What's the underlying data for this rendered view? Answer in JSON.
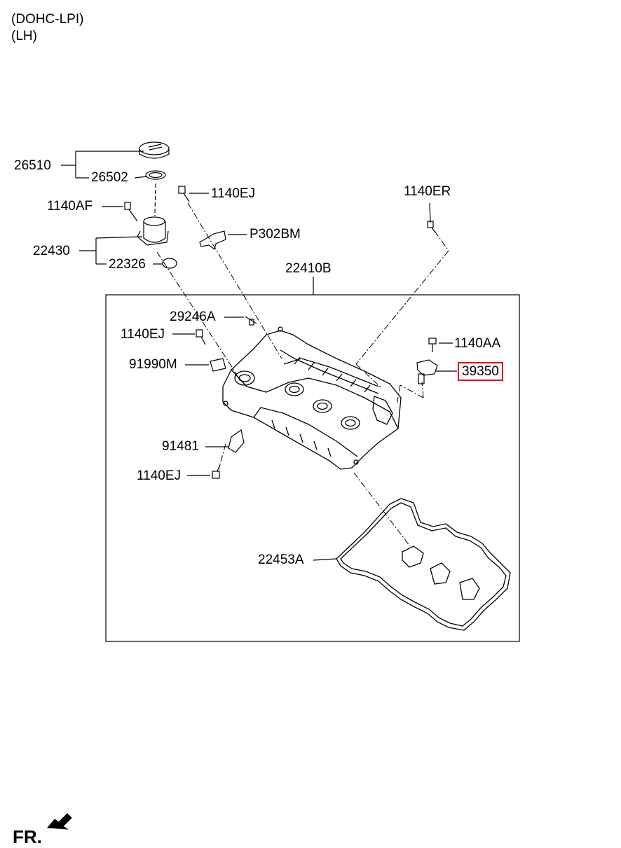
{
  "header": {
    "line1": "(DOHC-LPI)",
    "line2": "(LH)"
  },
  "parts": {
    "p26510": "26510",
    "p26502": "26502",
    "p1140EJ_top": "1140EJ",
    "p1140AF": "1140AF",
    "p1140ER": "1140ER",
    "pP302BM": "P302BM",
    "p22430": "22430",
    "p22326": "22326",
    "p22410B": "22410B",
    "p29246A": "29246A",
    "p1140EJ_mid": "1140EJ",
    "p1140AA": "1140AA",
    "p39350": "39350",
    "p91990M": "91990M",
    "p91481": "91481",
    "p1140EJ_low": "1140EJ",
    "p22453A": "22453A"
  },
  "highlight_color": "#e01010",
  "orientation_mark": "FR."
}
